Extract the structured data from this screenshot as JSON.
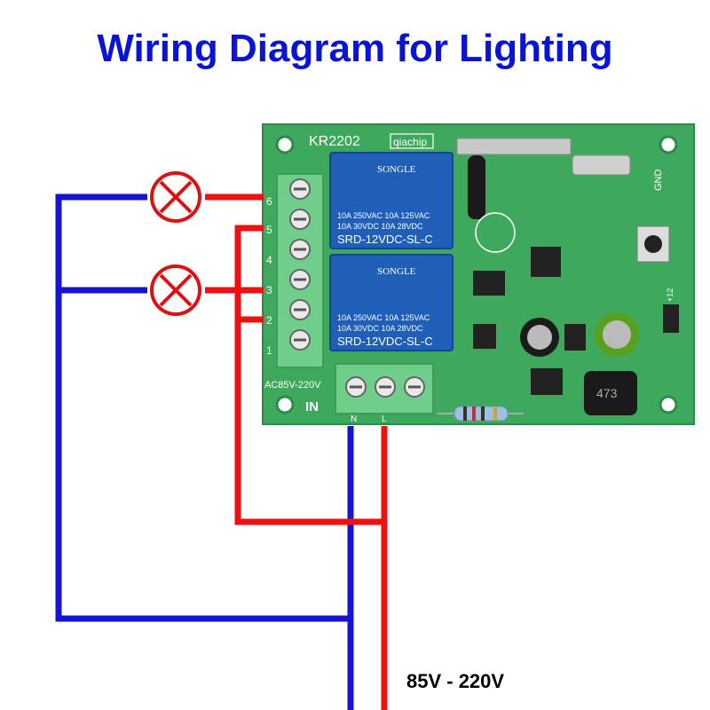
{
  "title": "Wiring Diagram for Lighting",
  "board": {
    "model": "KR2202",
    "brand": "qiachip",
    "terminal_numbers": [
      "6",
      "5",
      "4",
      "3",
      "2",
      "1"
    ],
    "power_label": "AC85V-220V",
    "in_label": "IN",
    "in_pins": [
      "N",
      "L"
    ],
    "gnd_label": "GND",
    "plus12_label": "+12",
    "relays": [
      {
        "brand": "SONGLE",
        "line1": "10A 250VAC  10A 125VAC",
        "line2": "10A 30VDC  10A 28VDC",
        "model": "SRD-12VDC-SL-C"
      },
      {
        "brand": "SONGLE",
        "line1": "10A 250VAC  10A 125VAC",
        "line2": "10A 30VDC  10A 28VDC",
        "model": "SRD-12VDC-SL-C"
      }
    ],
    "inductor_label": "473"
  },
  "voltage_label": "85V - 220V",
  "colors": {
    "title": "#0a14d6",
    "neutral_wire": "#1414d2",
    "live_wire": "#ee1111",
    "pcb": "#3aa55a",
    "relay": "#1f5fb8",
    "terminal": "#6fcf8a"
  }
}
